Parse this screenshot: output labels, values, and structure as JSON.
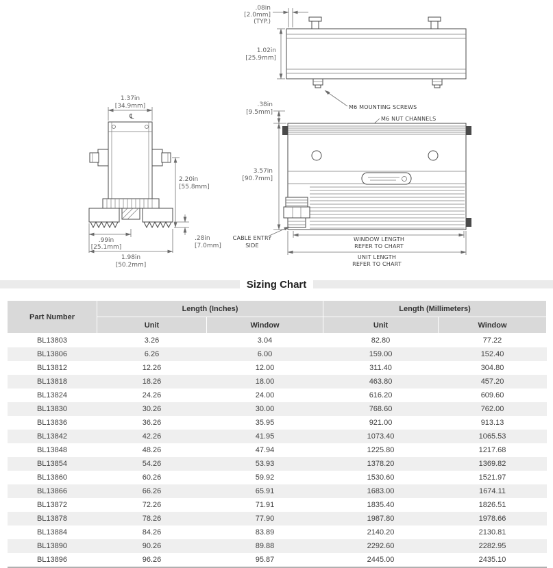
{
  "drawings": {
    "top_view": {
      "dim_typ": {
        "l1": ".08in",
        "l2": "[2.0mm]",
        "l3": "(TYP.)"
      },
      "dim_height": {
        "l1": "1.02in",
        "l2": "[25.9mm]"
      }
    },
    "labels": {
      "mounting_screws": "M6 MOUNTING SCREWS",
      "nut_channels": "M6 NUT CHANNELS"
    },
    "side_view": {
      "dim_top": {
        "l1": ".38in",
        "l2": "[9.5mm]"
      },
      "dim_height": {
        "l1": "3.57in",
        "l2": "[90.7mm]"
      },
      "cable_entry": {
        "l1": "CABLE ENTRY",
        "l2": "SIDE"
      },
      "window_length": {
        "l1": "WINDOW LENGTH",
        "l2": "REFER TO CHART"
      },
      "unit_length": {
        "l1": "UNIT LENGTH",
        "l2": "REFER TO CHART"
      }
    },
    "front_view": {
      "dim_width": {
        "l1": "1.37in",
        "l2": "[34.9mm]"
      },
      "dim_height": {
        "l1": "2.20in",
        "l2": "[55.8mm]"
      },
      "dim_half": {
        "l1": ".99in",
        "l2": "[25.1mm]"
      },
      "dim_step": {
        "l1": ".28in",
        "l2": "[7.0mm]"
      },
      "dim_total": {
        "l1": "1.98in",
        "l2": "[50.2mm]"
      },
      "centerline": "℄"
    }
  },
  "sizing_chart": {
    "title": "Sizing Chart",
    "header": {
      "part_number": "Part Number",
      "inches_group": "Length (Inches)",
      "mm_group": "Length (Millimeters)",
      "unit": "Unit",
      "window": "Window"
    },
    "rows": [
      {
        "part": "BL13803",
        "in_unit": "3.26",
        "in_window": "3.04",
        "mm_unit": "82.80",
        "mm_window": "77.22"
      },
      {
        "part": "BL13806",
        "in_unit": "6.26",
        "in_window": "6.00",
        "mm_unit": "159.00",
        "mm_window": "152.40"
      },
      {
        "part": "BL13812",
        "in_unit": "12.26",
        "in_window": "12.00",
        "mm_unit": "311.40",
        "mm_window": "304.80"
      },
      {
        "part": "BL13818",
        "in_unit": "18.26",
        "in_window": "18.00",
        "mm_unit": "463.80",
        "mm_window": "457.20"
      },
      {
        "part": "BL13824",
        "in_unit": "24.26",
        "in_window": "24.00",
        "mm_unit": "616.20",
        "mm_window": "609.60"
      },
      {
        "part": "BL13830",
        "in_unit": "30.26",
        "in_window": "30.00",
        "mm_unit": "768.60",
        "mm_window": "762.00"
      },
      {
        "part": "BL13836",
        "in_unit": "36.26",
        "in_window": "35.95",
        "mm_unit": "921.00",
        "mm_window": "913.13"
      },
      {
        "part": "BL13842",
        "in_unit": "42.26",
        "in_window": "41.95",
        "mm_unit": "1073.40",
        "mm_window": "1065.53"
      },
      {
        "part": "BL13848",
        "in_unit": "48.26",
        "in_window": "47.94",
        "mm_unit": "1225.80",
        "mm_window": "1217.68"
      },
      {
        "part": "BL13854",
        "in_unit": "54.26",
        "in_window": "53.93",
        "mm_unit": "1378.20",
        "mm_window": "1369.82"
      },
      {
        "part": "BL13860",
        "in_unit": "60.26",
        "in_window": "59.92",
        "mm_unit": "1530.60",
        "mm_window": "1521.97"
      },
      {
        "part": "BL13866",
        "in_unit": "66.26",
        "in_window": "65.91",
        "mm_unit": "1683.00",
        "mm_window": "1674.11"
      },
      {
        "part": "BL13872",
        "in_unit": "72.26",
        "in_window": "71.91",
        "mm_unit": "1835.40",
        "mm_window": "1826.51"
      },
      {
        "part": "BL13878",
        "in_unit": "78.26",
        "in_window": "77.90",
        "mm_unit": "1987.80",
        "mm_window": "1978.66"
      },
      {
        "part": "BL13884",
        "in_unit": "84.26",
        "in_window": "83.89",
        "mm_unit": "2140.20",
        "mm_window": "2130.81"
      },
      {
        "part": "BL13890",
        "in_unit": "90.26",
        "in_window": "89.88",
        "mm_unit": "2292.60",
        "mm_window": "2282.95"
      },
      {
        "part": "BL13896",
        "in_unit": "96.26",
        "in_window": "95.87",
        "mm_unit": "2445.00",
        "mm_window": "2435.10"
      }
    ]
  }
}
